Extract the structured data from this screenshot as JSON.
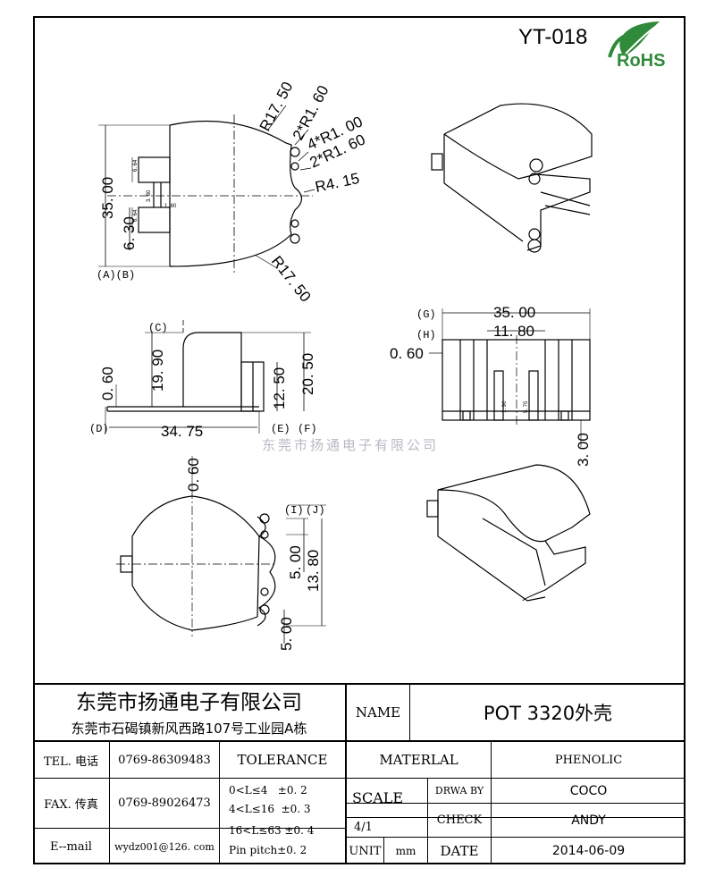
{
  "header": {
    "part_number": "YT-018",
    "rohs_label": "RoHS"
  },
  "watermark": "东莞市扬通电子有限公司",
  "drawing": {
    "view1": {
      "radius_top": "R17. 50",
      "radius_bottom": "R17. 50",
      "pin_radius_a": "2*R1. 60",
      "pin_radius_b": "4*R1. 00",
      "pin_radius_c": "2*R1. 60",
      "notch_radius": "R4. 15",
      "height": "35. 00",
      "offset": "6. 30",
      "tab_upper": "6. 64",
      "tab_lower": "6. 64",
      "slot_width": "3. 80",
      "slot_gap": "1. 80",
      "ref_labels": "(A)(B)"
    },
    "view2": {
      "ref_c": "(C)",
      "ref_d": "(D)",
      "ref_e": "(E)",
      "ref_f": "(F)",
      "base_thickness": "0. 60",
      "body_height": "19. 90",
      "rib_height": "12. 50",
      "total_height": "20. 50",
      "length": "34. 75"
    },
    "view3": {
      "ref_g": "(G)",
      "ref_h": "(H)",
      "width": "35. 00",
      "center_width": "11. 80",
      "wall": "0. 60",
      "pin_length": "3. 00",
      "inner_a": "1. 90",
      "inner_b": "5. 70"
    },
    "view4": {
      "top_thickness": "0. 60",
      "ref_i": "(I)",
      "ref_j": "(J)",
      "notch_depth": "5. 00",
      "pin_span": "13. 80",
      "pin_pitch": "5. 00"
    }
  },
  "title_block": {
    "company_name": "东莞市扬通电子有限公司",
    "company_address": "东莞市石碣镇新风西路107号工业园A栋",
    "name_label": "NAME",
    "name_value": "POT 3320外壳",
    "tel_label": "TEL. 电话",
    "tel_value": "0769-86309483",
    "fax_label": "FAX. 传真",
    "fax_value": "0769-89026473",
    "email_label": "E--mail",
    "email_value": "wydz001@126. com",
    "tolerance_label": "TOLERANCE",
    "tolerance_rows": [
      "0<L≤4   ±0. 2",
      "4<L≤16  ±0. 3",
      "16<L≤63 ±0. 4",
      "Pin pitch±0. 2"
    ],
    "material_label": "MATERLAL",
    "material_value": "PHENOLIC",
    "scale_label": "SCALE",
    "scale_value": "4/1",
    "drawn_by_label": "DRWA BY",
    "drawn_by_value": "COCO",
    "check_label": "CHECK",
    "check_value": "ANDY",
    "unit_label": "UNIT",
    "unit_value": "mm",
    "date_label": "DATE",
    "date_value": "2014-06-09"
  }
}
